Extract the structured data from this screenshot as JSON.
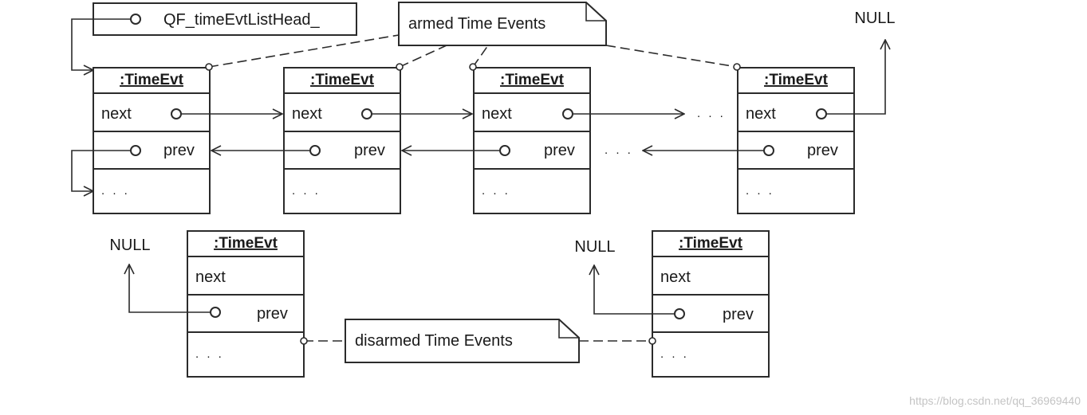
{
  "diagram": {
    "list_head": "QF_timeEvtListHead_",
    "note_armed": "armed Time Events",
    "note_disarmed": "disarmed Time Events",
    "null_label": "NULL",
    "ellipsis": ". . .",
    "object": {
      "title": ":TimeEvt",
      "next": "next",
      "prev": "prev",
      "more": ". . ."
    }
  },
  "watermark": "https://blog.csdn.net/qq_36969440",
  "colors": {
    "line": "#2b2b2b",
    "box_fill": "#ffffff",
    "note_fill": "#ffffff",
    "text": "#1a1a1a",
    "watermark": "#c4c4c4"
  }
}
